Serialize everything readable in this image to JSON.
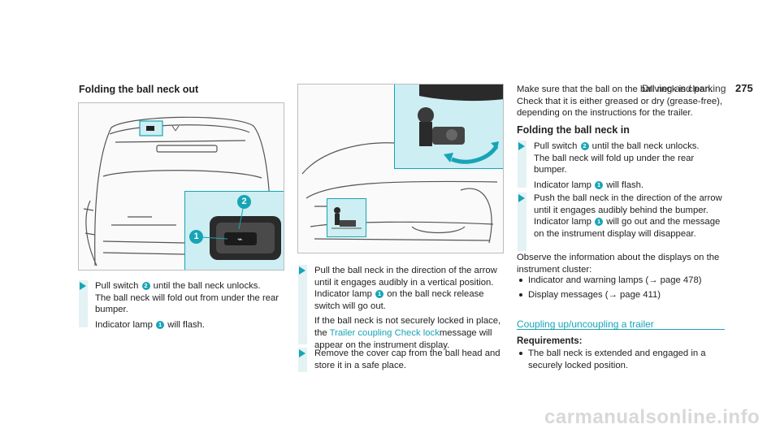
{
  "header": {
    "section": "Driving and parking",
    "page_number": "275"
  },
  "col1": {
    "heading": "Folding the ball neck out",
    "figure_callouts": [
      "2",
      "1"
    ],
    "step1": {
      "line1_a": "Pull switch",
      "badge_a": "2",
      "line1_b": "until the ball neck unlocks.",
      "line2": "The ball neck will fold out from under the rear bumper.",
      "line3_a": "Indicator lamp",
      "badge_b": "1",
      "line3_b": "will flash."
    }
  },
  "col2": {
    "step1": {
      "line1": "Pull the ball neck in the direction of the arrow until it engages audibly in a vertical position.",
      "line2_a": "Indicator lamp",
      "badge_a": "1",
      "line2_b": "on the ball neck release switch will go out.",
      "line3_a": "If the ball neck is not securely locked in place, the",
      "line3_link": "Trailer coupling Check lock",
      "line3_b": "message will appear on the instrument display."
    },
    "step2": {
      "line1": "Remove the cover cap from the ball head and store it in a safe place."
    }
  },
  "col3": {
    "intro": "Make sure that the ball on the ball neck is clean. Check that it is either greased or dry (grease-free), depending on the instructions for the trailer.",
    "heading": "Folding the ball neck in",
    "step1": {
      "line1_a": "Pull switch",
      "badge_a": "2",
      "line1_b": "until the ball neck unlocks.",
      "line2": "The ball neck will fold up under the rear bumper.",
      "line3_a": "Indicator lamp",
      "badge_b": "1",
      "line3_b": "will flash."
    },
    "step2": {
      "line1": "Push the ball neck in the direction of the arrow until it engages audibly behind the bumper.",
      "line2_a": "Indicator lamp",
      "badge_a": "1",
      "line2_b": "will go out and the message on the instrument display will disappear."
    },
    "observe": "Observe the information about the displays on the instrument cluster:",
    "bullets": [
      "Indicator and warning lamps (→ page 478)",
      "Display messages (→ page 411)"
    ],
    "section_title": "Coupling up/uncoupling a trailer",
    "requirements_label": "Requirements:",
    "requirement": "The ball neck is extended and engaged in a securely locked position."
  },
  "watermark": "carmanualsonline.info",
  "colors": {
    "accent": "#17a4b6",
    "tint": "#e4f2f4",
    "figure_tint": "#cdeef2"
  }
}
